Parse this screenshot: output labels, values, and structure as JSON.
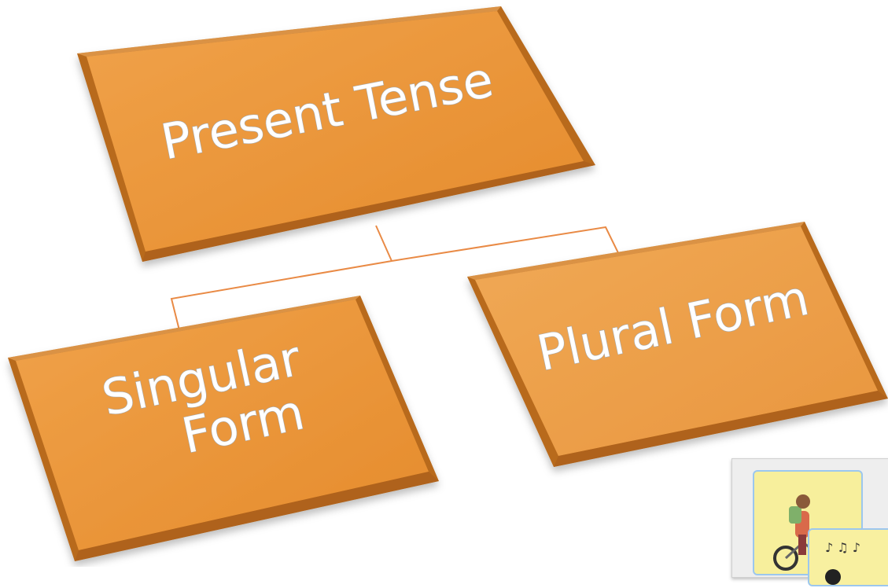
{
  "diagram": {
    "root": {
      "label": "Present Tense"
    },
    "children": [
      {
        "label_lines": [
          "Singular",
          "Form"
        ]
      },
      {
        "label": "Plural Form"
      }
    ]
  },
  "colors": {
    "box_face": "#ea9337",
    "box_face_light": "#eba052",
    "box_edge": "#b86a1e",
    "connector": "#e98a45",
    "text": "#ffffff"
  },
  "thumbnail": {
    "icons": [
      "cyclist-illustration",
      "music-notes-illustration"
    ]
  }
}
